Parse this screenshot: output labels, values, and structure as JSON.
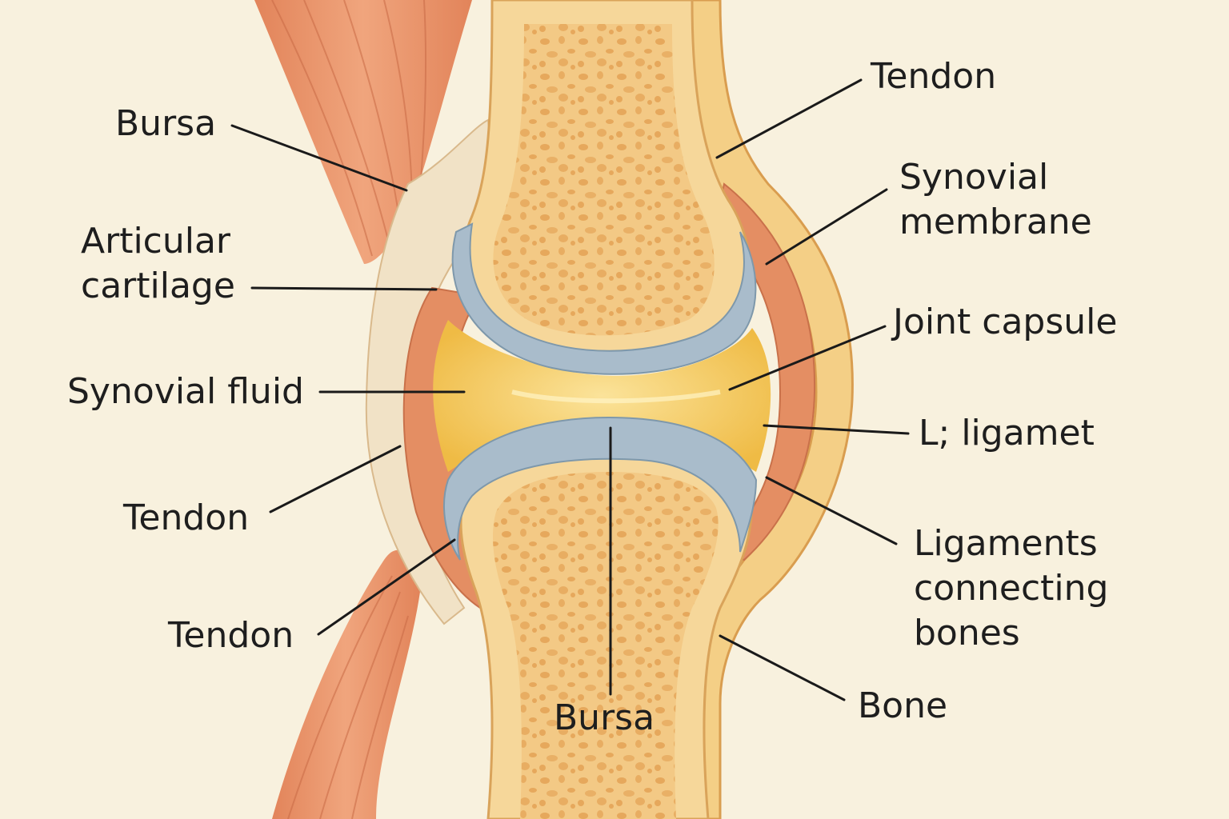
{
  "labels": {
    "bursa_upper_left": "Bursa",
    "articular_cartilage": "Articular\ncartilage",
    "synovial_fluid": "Synovial fluid",
    "tendon_mid_left": "Tendon",
    "tendon_lower_left": "Tendon",
    "bursa_bottom": "Bursa",
    "tendon_top_right": "Tendon",
    "synovial_membrane": "Synovial\nmembrane",
    "joint_capsule": "Joint capsule",
    "ligament": "L; ligamet",
    "ligaments_connecting_bones": "Ligaments\nconnecting\nbones",
    "bone": "Bone"
  },
  "colors": {
    "background": "#f8f1de",
    "bone_cortex": "#f5d59a",
    "bone_spongy": "#f2c783",
    "bone_pores": "#e7a95a",
    "cartilage": "#a9bcc9",
    "synovial_fluid": "#f3c34e",
    "joint_capsule": "#e49563",
    "muscle": "#e58e66",
    "tendon": "#f1e2c6",
    "line": "#1a1a1a"
  }
}
